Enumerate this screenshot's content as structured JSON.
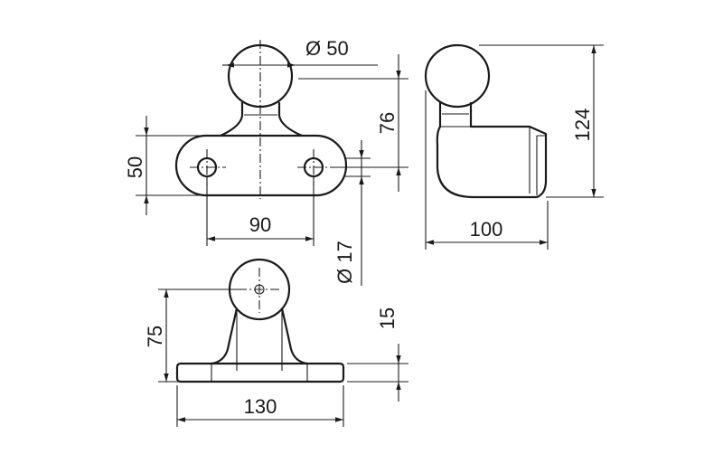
{
  "labels": {
    "ball_diameter": "Ø 50",
    "pin_height": "76",
    "flange_height": "50",
    "hole_spacing": "90",
    "hole_diameter": "Ø 17",
    "total_height": "124",
    "depth": "100",
    "front_height": "75",
    "base_thickness": "15",
    "base_width": "130"
  }
}
